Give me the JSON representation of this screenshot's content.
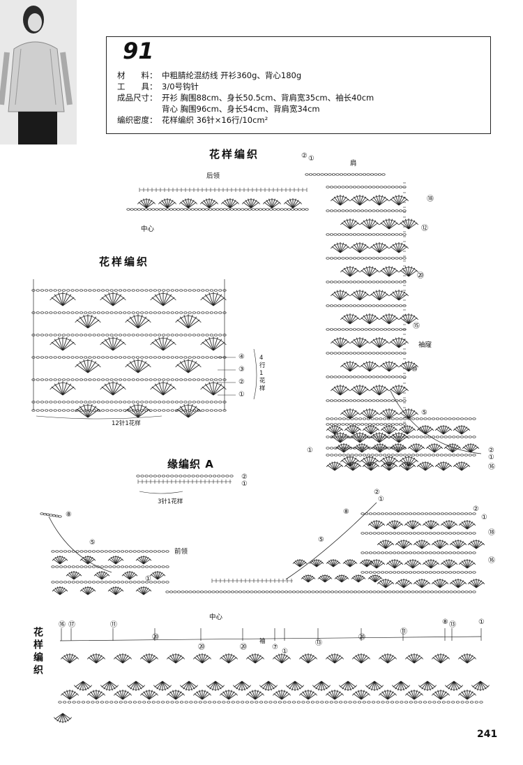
{
  "pattern_number": "91",
  "specs": [
    {
      "label": "材　　料：",
      "value": "中粗腈纶混纺线  开衫360g、背心180g"
    },
    {
      "label": "工　　具：",
      "value": "3/0号钩针"
    },
    {
      "label": "成品尺寸：",
      "value": "开衫  胸围88cm、身长50.5cm、背肩宽35cm、袖长40cm"
    },
    {
      "label": "",
      "value": "背心  胸围96cm、身长54cm、背肩宽34cm"
    },
    {
      "label": "编织密度：",
      "value": "花样编织  36针×16行/10cm²"
    }
  ],
  "diagrams": {
    "back": {
      "title": "花样编织",
      "back_neck": "后领",
      "shoulder": "肩",
      "center": "中心",
      "armhole": "袖窿",
      "marks": [
        "②",
        "①",
        "⑱",
        "⑫",
        "⑳",
        "⑮",
        "⑩",
        "⑤",
        "①",
        "②",
        "①",
        "⑯"
      ]
    },
    "swatch": {
      "title": "花样编织",
      "repeat": "12针1花样",
      "row_repeat": "4行1花样",
      "rows": [
        "④",
        "③",
        "②",
        "①"
      ]
    },
    "edging": {
      "title": "缘编织 A",
      "repeat": "3针1花样",
      "rows": [
        "②",
        "①"
      ]
    },
    "front": {
      "front_neck": "前领",
      "center": "中心",
      "marks": [
        "⑧",
        "⑤",
        "①",
        "②",
        "①",
        "⑧",
        "⑤",
        "②",
        "①",
        "⑱",
        "⑯"
      ]
    },
    "sleeve": {
      "title": "花样编织",
      "cuff": "袖",
      "marks": [
        "⑯",
        "⑰",
        "⑪",
        "⑳",
        "⑳",
        "⑳",
        "⑦",
        "①",
        "⑬",
        "⑳",
        "⑪",
        "⑧",
        "⑬",
        "①"
      ]
    }
  },
  "page_number": "241"
}
